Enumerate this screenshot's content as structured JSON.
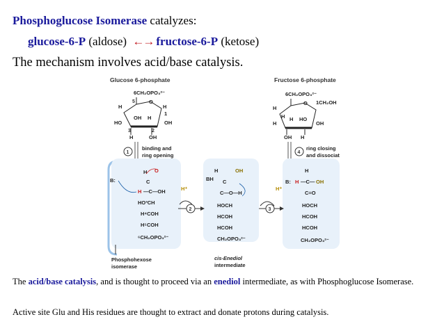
{
  "header": {
    "line1_enzyme": "Phosphoglucose Isomerase",
    "line1_rest": " catalyzes:",
    "line2_sub1": "glucose-6-P",
    "line2_paren1": " (aldose) ",
    "line2_arrow": "←→",
    "line2_sub2": "fructose-6-P",
    "line2_paren2": " (ketose)",
    "line3": "The mechanism involves acid/base catalysis."
  },
  "figure": {
    "title_left": "Glucose 6-phosphate",
    "title_right": "Fructose 6-phosphate",
    "step1_num": "1",
    "step1_label_a": "binding and",
    "step1_label_b": "ring opening",
    "step2_num": "2",
    "step3_num": "3",
    "step4_num": "4",
    "step4_label_a": "ring closing",
    "step4_label_b": "and dissociation",
    "enzyme_label_a": "Phosphohexose",
    "enzyme_label_b": "isomerase",
    "intermediate_label_a": "cis-Enediol",
    "intermediate_label_b": "intermediate",
    "hplus": "H⁺",
    "b_colon": "B:",
    "bh": "BH"
  },
  "caption": {
    "p1_a": "The ",
    "p1_b": "acid/base catalysis",
    "p1_c": ", and is thought to proceed via an ",
    "p1_d": "enediol",
    "p1_e": " intermediate, as with Phosphoglucose Isomerase.",
    "p2": "Active site Glu and His residues are thought to extract and donate protons during catalysis."
  },
  "colors": {
    "accent_blue": "#1a1a9c",
    "arrow_red": "#c0131a",
    "mechanism_red": "#c81c1c",
    "mechanism_yellow": "#8a7000",
    "panel_blue": "#dbe9f7"
  }
}
